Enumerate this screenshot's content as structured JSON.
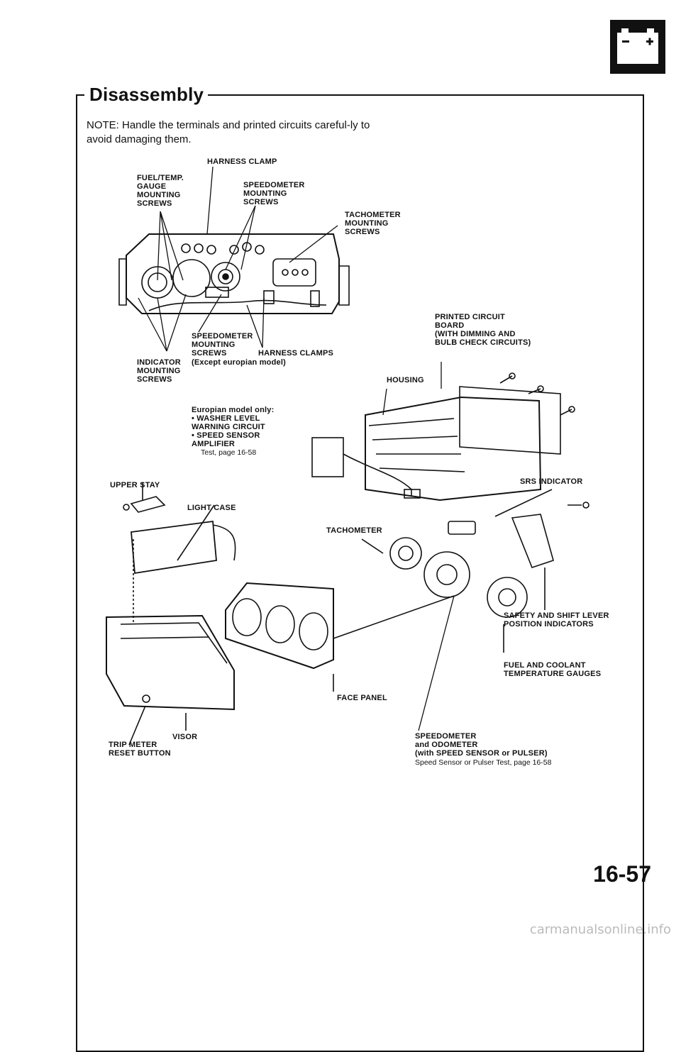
{
  "section": {
    "title": "Disassembly",
    "note": "NOTE: Handle the terminals and printed circuits careful-ly to avoid damaging them.",
    "page_number": "16-57"
  },
  "icons": {
    "header": "battery-icon"
  },
  "labels": {
    "harness_clamp": "HARNESS CLAMP",
    "fuel_temp_gauge": "FUEL/TEMP.\nGAUGE\nMOUNTING\nSCREWS",
    "speedometer_screws_top": "SPEEDOMETER\nMOUNTING\nSCREWS",
    "tachometer_screws": "TACHOMETER\nMOUNTING\nSCREWS",
    "printed_circuit": "PRINTED CIRCUIT\nBOARD\n(with DIMMING and\nBULB CHECK CIRCUITS)",
    "speedometer_screws_bottom": "SPEEDOMETER\nMOUNTING\nSCREWS",
    "except_europian": "(Except europian model)",
    "harness_clamps": "HARNESS CLAMPS",
    "indicator_screws": "INDICATOR\nMOUNTING\nSCREWS",
    "housing": "HOUSING",
    "europian_only": "Europian model only:\n• WASHER LEVEL\n   WARNING CIRCUIT\n• SPEED SENSOR\n   AMPLIFIER",
    "europian_test": "Test, page 16-58",
    "upper_stay": "UPPER STAY",
    "srs_indicator": "SRS INDICATOR",
    "light_case": "LIGHT CASE",
    "tachometer": "TACHOMETER",
    "safety_shift": "SAFETY and SHIFT LEVER\nPOSITION INDICATORS",
    "fuel_coolant": "FUEL and COOLANT\nTEMPERATURE GAUGES",
    "face_panel": "FACE PANEL",
    "speedometer_odometer": "SPEEDOMETER\nand ODOMETER\n(with SPEED SENSOR or PULSER)",
    "speed_sensor_test": "Speed Sensor or Pulser Test, page 16-58",
    "trip_meter": "TRIP METER\nRESET BUTTON",
    "visor": "VISOR"
  },
  "watermark": "carmanualsonline.info"
}
